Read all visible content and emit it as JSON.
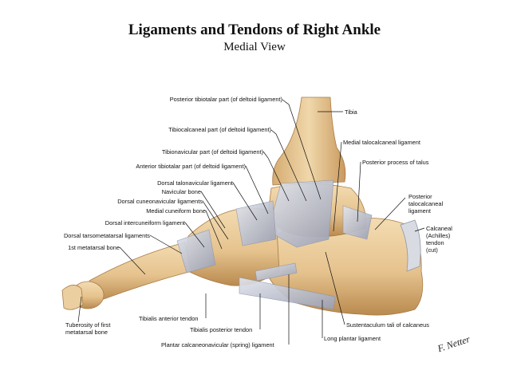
{
  "title": "Ligaments and Tendons of Right Ankle",
  "subtitle": "Medial View",
  "labels": {
    "posterior_tibiotalar": "Posterior tibiotalar part (of deltoid ligament)",
    "tibia": "Tibia",
    "tibiocalcaneal": "Tibiocalcaneal part (of deltoid ligament)",
    "medial_talocalcaneal": "Medial talocalcaneal ligament",
    "tibionavicular": "Tibionavicular part (of deltoid ligament)",
    "posterior_process_talus": "Posterior process of talus",
    "anterior_tibiotalar": "Anterior tibiotalar part (of deltoid ligament)",
    "dorsal_talonavicular": "Dorsal talonavicular ligament",
    "navicular_bone": "Navicular bone",
    "posterior_talocalcaneal": "Posterior\ntalocalcaneal\nligament",
    "dorsal_cuneonavicular": "Dorsal cuneonavicular ligaments",
    "medial_cuneiform": "Medial cuneiform bone",
    "calcaneal_tendon": "Calcaneal\n(Achilles)\ntendon\n(cut)",
    "dorsal_intercuneiform": "Dorsal intercuneiform ligament",
    "dorsal_tarsometatarsal": "Dorsal tarsometatarsal ligaments",
    "first_metatarsal": "1st metatarsal bone",
    "tuberosity": "Tuberosity of first\nmetatarsal bone",
    "tibialis_anterior": "Tibialis anterior tendon",
    "tibialis_posterior": "Tibialis posterior tendon",
    "sustentaculum": "Sustentaculum tali of calcaneus",
    "long_plantar": "Long plantar ligament",
    "plantar_calcaneonavicular": "Plantar calcaneonavicular (spring) ligament"
  },
  "signature": "F. Netter",
  "colors": {
    "bone": "#e6c38e",
    "bone_dark": "#b98a4f",
    "bone_light": "#f3dcb2",
    "ligament": "#c9cdd8",
    "ligament_dark": "#9aa0b3",
    "leader": "#111111"
  }
}
